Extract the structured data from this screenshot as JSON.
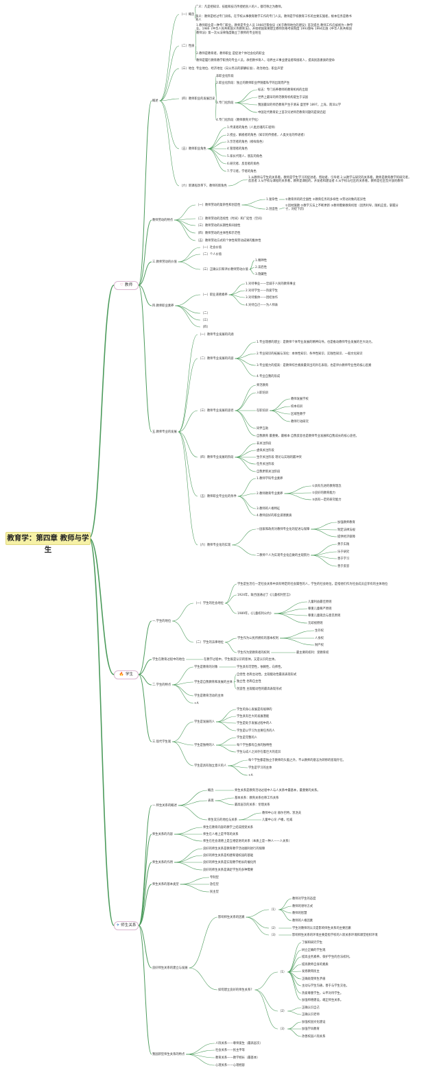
{
  "title": "教育学：第四章 教师与学生",
  "colors": {
    "edge": "#4a9a5a",
    "root_bg": "#f6f1a6"
  },
  "main": [
    {
      "label": "教师",
      "icon": "heart-icon",
      "glyph": "♡",
      "icon_color": "#d0336a"
    },
    {
      "label": "学生",
      "icon": "fire-icon",
      "glyph": "🔥",
      "icon_color": "#e05a1a"
    },
    {
      "label": "师生关系",
      "icon": "paper-plane-icon",
      "glyph": "✈",
      "icon_color": "#3a78c2"
    }
  ],
  "nodes": [
    "概述",
    "（一）概念",
    "广义：凡是把知识、技能和技巧传授给别人的人，都可称之为教师。",
    "狭义：教师是经过专门训练，在学校从事教育教学工作的专门人员。教师是学校教育工作的主要实施者，根本任务是教书育人",
    "（二）性质",
    "1.教师职业是一种专门职业。教师是专业人员 1966巴黎会议《关于教师地位的建议》首次提出 教师工作应被视为一种专业。1986《中华人民共和国义务教育法》，开始把国家要建立教师资格考核制度 1993颁布 1994实施《中华人民共和国教师法》第一次从法律角度确立了教师的专业地位",
    "2.教师是教育者，教师职业 是促进个体社会化的职业",
    "教师是履行教育教学职责的专业人员，承担教书育人，培养主义事业建设者和接班人，提高民族素质的使命",
    "（三）地位",
    "专业地位、经济地位（向公务员的薪酬标准）、政治地位、职业声望",
    "（四）教师职业的发展历史",
    "非职业化阶段",
    "2.职业化阶段：独立的教师职业伴随着私学的出现而产生",
    "3.专门化阶段",
    "标志：专门培养教师的教育机构的出现",
    "世界上最早的师范教育机构诞生于法国",
    "我国最早的师范教育产生于清末 盛宣怀 1897，上海，南洋公学",
    "中国近代教育史上首次论述师范教育问题的是梁启超",
    "4.专门化阶段（教师教育大学化）",
    "（五）教师职业角色",
    "1.传道者的角色（人类灵魂的工程师）",
    "2.授业、解惑者的角色（知识的传授者，人类文化的传递者）",
    "3.示范者的角色（榜样角色）",
    "4.管理者的角色",
    "5.家长代理人、朋友的角色",
    "6.研究者、反思者的角色",
    "7.学习者，学者的角色",
    "（六）新课程改革下，教师的新角色",
    "1.从教师与学生的关系看，教师是学生学习的促进者、帮助者、引导者 2.从教学与研究的关系看，教师是教育教学的研究者，反思者 3.从学校与课程的关系看，教师是课程的，开发者和建设者 4.从学校与社区的关系看，教师是社区型开放的教师",
    "教师劳动的特点",
    "（一）教师劳动的复杂性和创造性",
    "1.复杂性",
    "①教育目的的全面性 ②教育任务的多样性 ③劳动对象的差异性",
    "2.创造性",
    "①因材施教 ②教学方法上不断更新 ③教师需要教育机智（因势利导，随机应变，掌握分寸，对症下药）",
    "（二）教师劳动的连续性（时间）和广延性（空间）",
    "（三）教师劳动的长期性和间接性",
    "（四）教师劳动的主体性和示范性",
    "（五）教师劳动方式的个体性和劳动成果的集体性",
    "三.教师劳动的价值",
    "（一）社会价值",
    "（二）个人价值",
    "（三）正确认识和评价教师劳动价值",
    "1.精神性",
    "2.滞后性",
    "3.隐藏性",
    "四.教师职业素养",
    "（一）职业道德素养",
    "1.对待事业——忠诚于人民的教育事业",
    "2.对待学生——热爱学生",
    "3.对待集体——团结协作",
    "4.对待自己——为人师表",
    "（二）",
    "（三）",
    "（四）",
    "五.教师专业的发展",
    "（一）教师专业发展的内涵",
    "（二）教师专业发展的内容",
    "1.专业理想的建立：是教师个体专业发展的精神向导。也是推动教师专业发展的巨大动力。",
    "2.专业知识的拓展与深化：本体性知识、条件性知识、实践性知识、一般文化知识",
    "3.专业能力的提高：是教师综合素质最突出的外在表现，也是评价教师专业性的核心因素",
    "4.专业自我的形成",
    "（三）教师专业发展的途径",
    "师范教育",
    "入职培训",
    "在职培训",
    "教师发展学校",
    "校本培训",
    "区域性教学",
    "教师行动研究",
    "同伴互助",
    "自我教育 最重要。最根本 自我反思也是教师专业发展和自我成长的核心途径。",
    "（四）教师专业发展的阶段",
    "非关注阶段",
    "虚拟关注阶段",
    "生存关注阶段 理论与实践的最冲突",
    "任务关注阶段",
    "自我更新关注阶段",
    "（五）教师职业专业化的条件",
    "1.教师学科专业素养",
    "2.教师教育专业素养",
    "①具有先进的教育理念",
    "②良好的教育能力",
    "③具有一定的研究能力",
    "3.教师的人格特征",
    "4.教师良好的职业道德素质",
    "（六）教师专业化的实现",
    "一国家和政府对教师专业化的促进与保障",
    "加强教师教育",
    "制定法律法规",
    "提供经济保障",
    "二教师个人为实现专业化应做的主观努力",
    "勇于实践",
    "乐于研究",
    "善于学习",
    "善于反思",
    "一.学生的地位",
    "（一）学生的社会地位",
    "学生是生活在一定社会关系中具有特定的社会属性的人，学生的社会地位，是指他们作为社会成员应享有的主体地位",
    "1924年，联合国通过了《儿童权利宣言》",
    "1989年，《儿童权利公约》",
    "儿童利益最佳原则",
    "尊重儿童尊严原则",
    "尊重儿童观念与意见原则",
    "无歧视原则",
    "（二）学生的法律地位",
    "学生作为公民所拥有的基本权利",
    "生存权",
    "人身权",
    "财产权",
    "学生作为受教育者的权利",
    "最主要的权利：受教育权",
    "学生在教育过程中的地位",
    "在教学过程中，学生既是认识的客体，又是认识的主体。",
    "二.学生的特点",
    "学生是教育的对象",
    "学生具有可塑性，依赖性，向师性。",
    "学生是自我教育和发展的主体",
    "自觉性 也称主动性，主观能动性最高表现形式",
    "独立性 也称自主性",
    "创造性 主观能动性的最高表现形式",
    "学生是教育活动的主体",
    "+A",
    "三.现代学生观",
    "学生是发展的人",
    "学生的身心发展是有规律的",
    "学生具有巨大的发展潜能",
    "学生是处于发展过程中的人",
    "学生是以学习为主要任务的人",
    "学生是独特的人",
    "学生是完整的人",
    "每个学生都有自身的独特性",
    "学生与成人之间存在着巨大的差异",
    "学生是具有独立意义的人",
    "每个学生都是独立于教师的头脑之外，不以教师的意志为转移的客观存在。",
    "学生是学习的主体",
    "+A",
    "一.师生关系的概述",
    "概念",
    "师生关系是教育活动过程中人与人关系中最基本，最重要的关系。",
    "表现",
    "基本关系：教育关系也称工作关系",
    "最高层次的关系：伦理关系",
    "师生双方的地位与关系",
    "教师中心论 赫尔巴特，凯洛夫",
    "儿童中心论 卢梭，杜威",
    "师生关系的内容",
    "师生在教育内容的教学上结成授受关系",
    "师生在人格上是平等的关系",
    "师生在社会道德上是互相促进的关系（本质上是一种人——人关系）",
    "师生关系的作用",
    "良好的师生关系是教育教学活动顺利进行的保障",
    "良好的师生关系是构建和谐校园的基础",
    "良好的师生关系是实现教学相长的催化剂",
    "良好的师生关系是满足学生的多种需要",
    "师生关系的基本类型",
    "专制型",
    "放任型",
    "民主型",
    "良好师生关系的建立与发展",
    "影响师生关系的因素",
    "（1）",
    "教师对学生的态度",
    "教师的领导方式",
    "教师的智慧",
    "教师的人格因素",
    "（2）",
    "学生对教师的认识是影响师生关系的主要因素",
    "（3）",
    "影响师生关系的环境主要是指学校的人际关系环境和课堂组织环境",
    "如何建立良好的师生关系？",
    "（1）",
    "了解和研究学生",
    "树立正确的学生观",
    "提高业务素养，保护学生的合法权利。",
    "提高教师自身的素质",
    "发扬教育民主",
    "正确处理师生矛盾",
    "主动与学生沟通，善于与学生交往。",
    "热爱尊重学生，公平对待学生。",
    "加强师德建设，端正师生关系。",
    "（2）",
    "正确认识自己",
    "正确认识老师",
    "（3）",
    "加强校园文化建设",
    "加强学风教育",
    "改善校园人际关系",
    "我国新型师生关系的特点",
    "人际关系——尊师爱生（最高层次）",
    "社会关系——民主平等",
    "教育关系——教学相长（最基本）",
    "心理关系——心理相容"
  ]
}
